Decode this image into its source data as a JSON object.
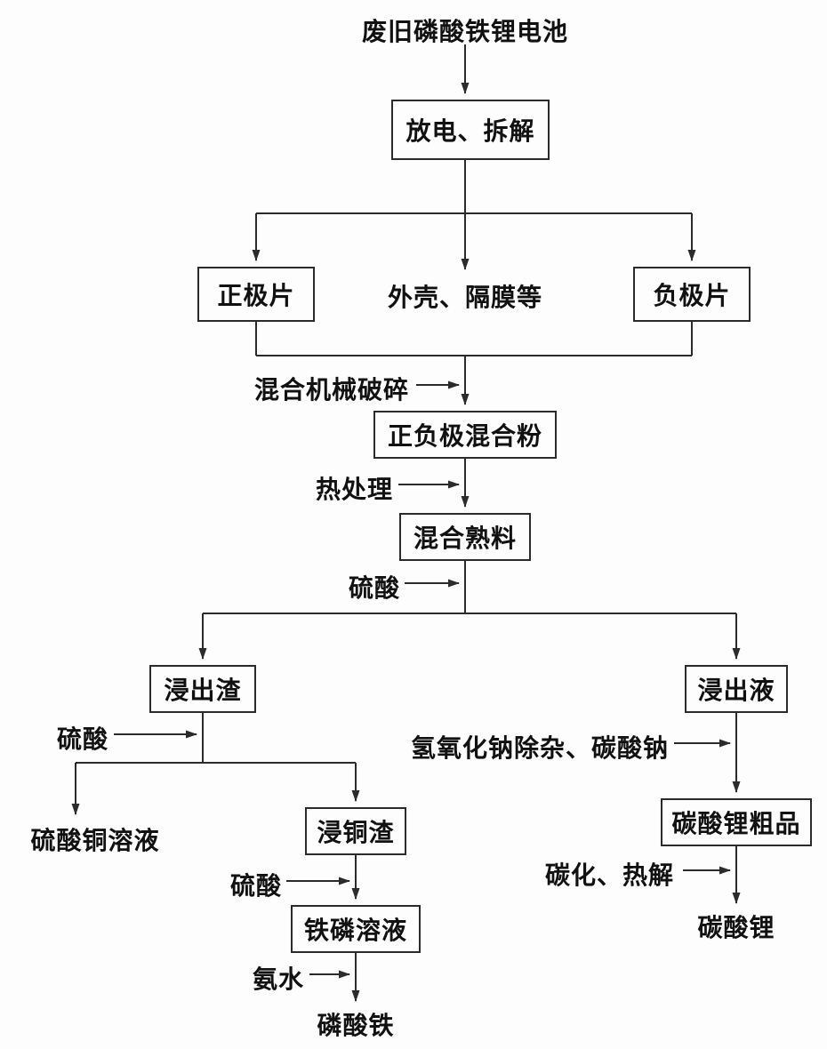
{
  "nodes": {
    "start": {
      "label": "废旧磷酸铁锂电池"
    },
    "discharge": {
      "label": "放电、拆解"
    },
    "positive_sheet": {
      "label": "正极片"
    },
    "casing_separator": {
      "label": "外壳、隔膜等"
    },
    "negative_sheet": {
      "label": "负极片"
    },
    "mixed_powder": {
      "label": "正负极混合粉"
    },
    "mixed_clinker": {
      "label": "混合熟料"
    },
    "leach_residue": {
      "label": "浸出渣"
    },
    "leachate": {
      "label": "浸出液"
    },
    "copper_sulfate_solution": {
      "label": "硫酸铜溶液"
    },
    "copper_leach_residue": {
      "label": "浸铜渣"
    },
    "iron_phosphorus_solution": {
      "label": "铁磷溶液"
    },
    "iron_phosphate": {
      "label": "磷酸铁"
    },
    "crude_lithium_carbonate": {
      "label": "碳酸锂粗品"
    },
    "lithium_carbonate": {
      "label": "碳酸锂"
    }
  },
  "process_labels": {
    "mechanical_crushing": "混合机械破碎",
    "heat_treatment": "热处理",
    "sulfuric_acid_1": "硫酸",
    "sulfuric_acid_2": "硫酸",
    "sulfuric_acid_3": "硫酸",
    "naoh_purification": "氢氧化钠除杂、碳酸钠",
    "carbonization_pyrolysis": "碳化、热解",
    "ammonia": "氨水"
  },
  "colors": {
    "line": "#2b2b2b",
    "text": "#111111",
    "background": "#fdfdfd"
  }
}
